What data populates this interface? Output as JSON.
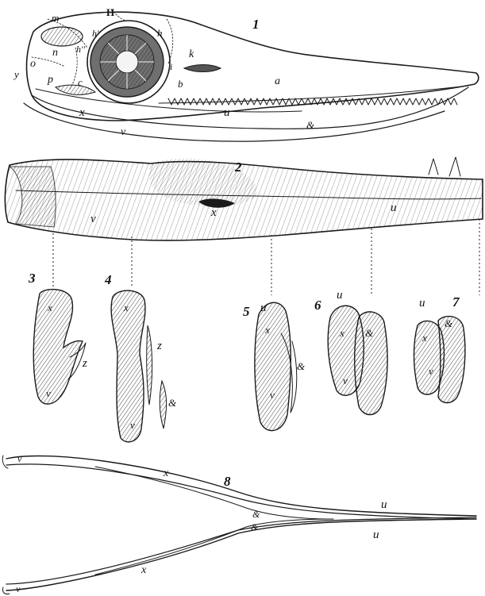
{
  "figures": {
    "fig1": {
      "number": "1",
      "labels": {
        "H": "H",
        "m": "m",
        "h1": "h'",
        "h2": "h",
        "h3": "h''",
        "n": "n",
        "o": "o",
        "y": "y",
        "p": "p",
        "c": "c",
        "i": "i",
        "k": "k",
        "a": "a",
        "b": "b",
        "x": "x",
        "u": "u",
        "v": "v",
        "amp": "&"
      }
    },
    "fig2": {
      "number": "2",
      "labels": {
        "u": "u",
        "v": "v",
        "x": "x"
      }
    },
    "fig3": {
      "number": "3",
      "labels": {
        "x": "x",
        "z": "z",
        "v": "v"
      }
    },
    "fig4": {
      "number": "4",
      "labels": {
        "x": "x",
        "z": "z",
        "amp": "&",
        "v": "v"
      }
    },
    "fig5": {
      "number": "5",
      "labels": {
        "u": "u",
        "x": "x",
        "amp": "&",
        "v": "v"
      }
    },
    "fig6": {
      "number": "6",
      "labels": {
        "u": "u",
        "x": "x",
        "amp": "&",
        "v": "v"
      }
    },
    "fig7": {
      "number": "7",
      "labels": {
        "u": "u",
        "amp": "&",
        "x": "x",
        "v": "v"
      }
    },
    "fig8": {
      "number": "8",
      "labels": {
        "v_top": "v",
        "x_top": "x",
        "u_top": "u",
        "amp_top": "&",
        "amp_bottom": "&",
        "u_bottom": "u",
        "x_bottom": "x",
        "v_bottom": "v"
      }
    }
  },
  "colors": {
    "ink": "#1a1a1a",
    "paper": "#ffffff",
    "shade": "#8c8c8c"
  }
}
